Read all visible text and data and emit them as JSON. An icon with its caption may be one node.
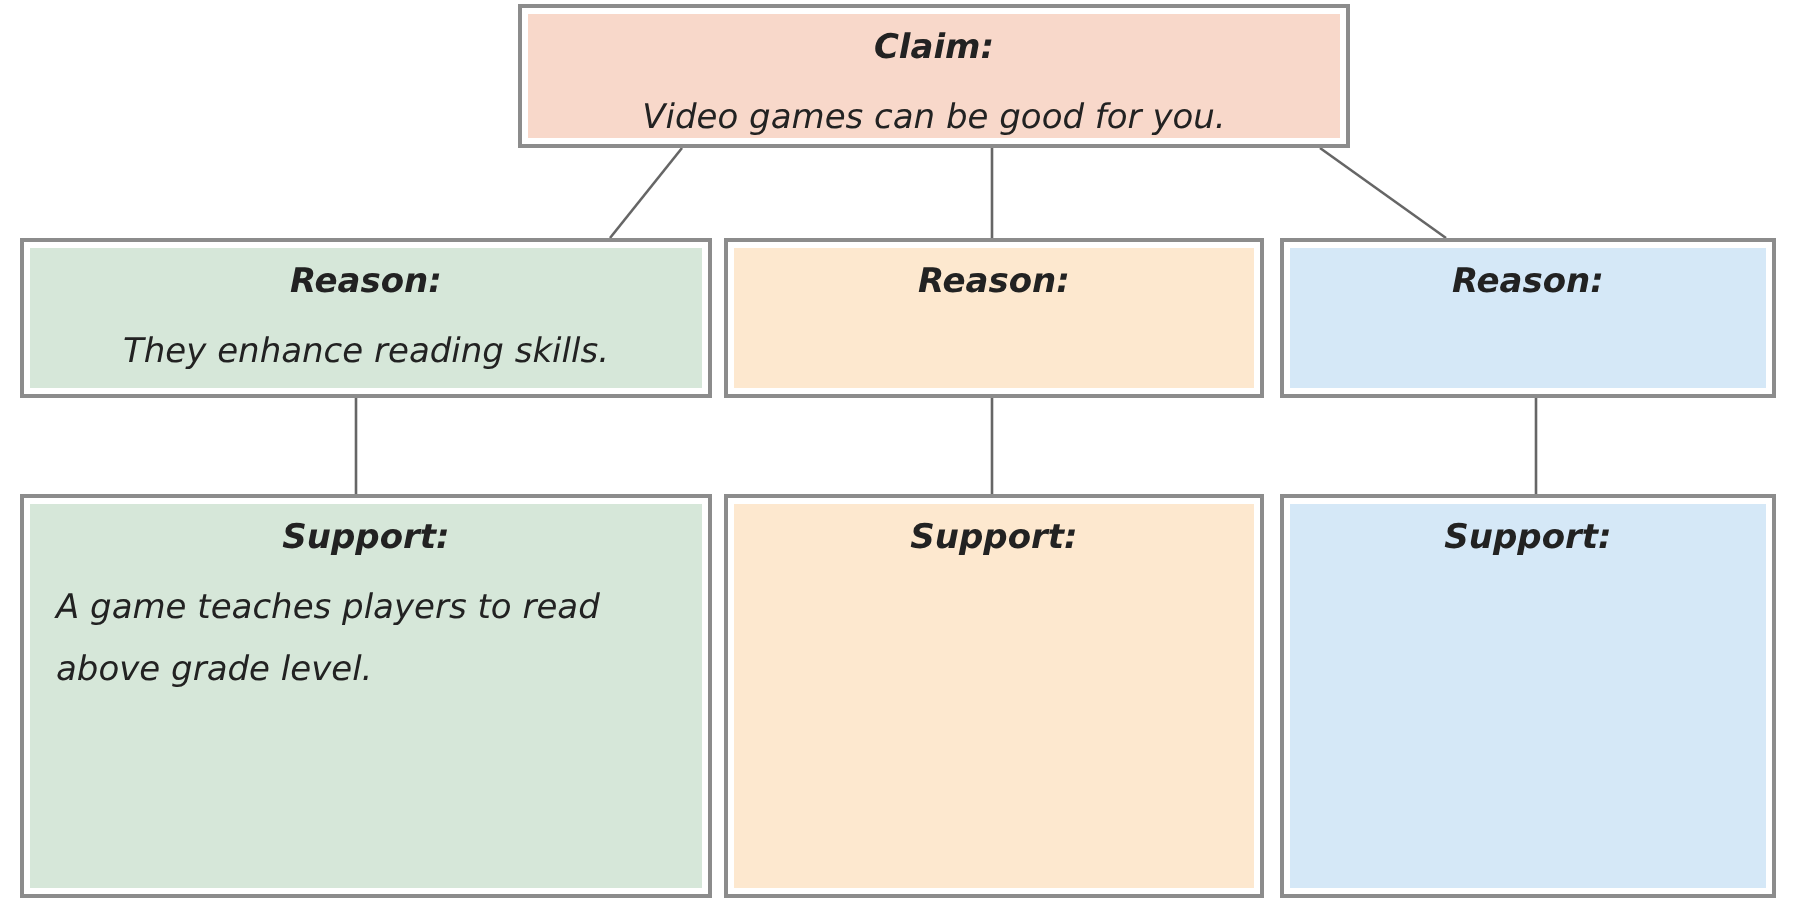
{
  "diagram": {
    "nodes": [
      {
        "text": [
          "Claim:",
          "Video games can be good for you."
        ]
      },
      {
        "text": [
          "Reason:",
          "They enhance reading skills."
        ]
      },
      {
        "text": [
          "Reason:"
        ]
      },
      {
        "text": [
          "Reason:"
        ]
      },
      {
        "text": [
          "Support:",
          "A game teaches players to read above grade level."
        ]
      },
      {
        "text": [
          "Support:"
        ]
      },
      {
        "text": [
          "Support:"
        ]
      }
    ],
    "edges": [
      {
        "from": 0,
        "to": 1,
        "arrow": "none"
      },
      {
        "from": 0,
        "to": 2,
        "arrow": "none"
      },
      {
        "from": 0,
        "to": 3,
        "arrow": "none"
      },
      {
        "from": 1,
        "to": 4,
        "arrow": "none"
      },
      {
        "from": 2,
        "to": 5,
        "arrow": "none"
      },
      {
        "from": 3,
        "to": 6,
        "arrow": "none"
      }
    ]
  }
}
